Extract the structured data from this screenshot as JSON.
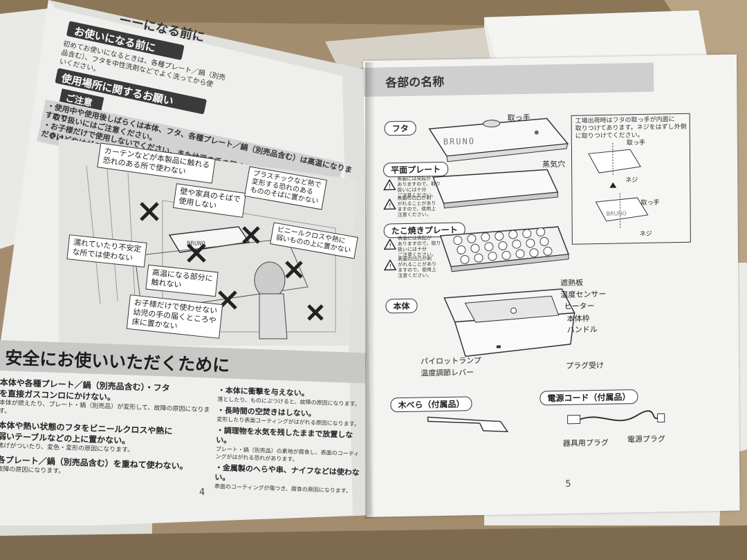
{
  "left_page": {
    "top_title_partial": "ーーになる前に",
    "section_before_use": {
      "title": "お使いになる前に",
      "lines": [
        "初めてお使いになるときは、各種プレート／鍋（別売",
        "品含む）、フタを中性洗剤などでよく洗ってから使",
        "いください。"
      ]
    },
    "section_place": {
      "title": "使用場所に関するお願い"
    },
    "caution": {
      "title": "ご注意",
      "lines": [
        "・使用中や使用後しばらくは本体、フタ、各種プレート／鍋（別売品含む）は高温になりますので",
        "　取り扱いにはご注意ください。",
        "・お子様だけで使用しないでください。また幼児の手の届くところや床などに置かないでください。",
        "　やけどやけがの恐れがあります。"
      ]
    },
    "bubbles": {
      "curtain": "カーテンなどが本製品に触れる\n恐れのある所で使わない",
      "wall": "壁や家具のそばで\n使用しない",
      "plastic": "プラスチックなど熱で\n変形する恐れのある\nもののそばに置かない",
      "wet": "濡れていたり不安定\nな所では使わない",
      "vinyl": "ビニールクロスや熱に\n弱いものの上に置かない",
      "hot": "高温になる部分に\n触れない",
      "child": "お子様だけで使わせない\n幼児の手の届くところや\n床に置かない"
    },
    "safety_title": "安全にお使いいただくために",
    "safety_col1": [
      {
        "bold": "本体や各種プレート／鍋（別売品含む）・フタ",
        "text": ""
      },
      {
        "bold": "を直接ガスコンロにかけない。",
        "text": "本体が燃えたり、プレート・鍋（別売品）が変形して、故障の原因になります。"
      },
      {
        "bold": "本体や熱い状態のフタをビニールクロスや熱に",
        "text": ""
      },
      {
        "bold": "弱いテーブルなどの上に置かない。",
        "text": "焦げがついたり、変色・変形の原因になります。"
      },
      {
        "bold": "各プレート／鍋（別売品含む）を重ねて使わない。",
        "text": "故障の原因になります。"
      }
    ],
    "safety_col2": [
      {
        "bold": "・本体に衝撃を与えない。",
        "text": "落としたり、ものにぶつけると、故障の原因になります。"
      },
      {
        "bold": "・長時間の空焚きはしない。",
        "text": "変形したり表面コーティングがはがれる原因になります。"
      },
      {
        "bold": "・調理物を水気を残したままで放置しない。",
        "text": "プレート・鍋（別売品）の素地が腐食し、表面のコーティングがはがれる恐れがあります。"
      },
      {
        "bold": "・金属製のへらや串、ナイフなどは使わない。",
        "text": "表面のコーティングが傷つき、腐食の原因になります。"
      }
    ],
    "page_number": "4"
  },
  "right_page": {
    "title": "各部の名称",
    "lid": {
      "tag": "フタ",
      "handle": "取っ手",
      "vent": "蒸気穴",
      "brand": "BRUNO"
    },
    "note_box": {
      "lines": [
        "工場出荷時はフタの取っ手が内面に",
        "取りつけてあります。ネジをはずし外側",
        "に取りつけてください。"
      ],
      "handle_a": "取っ手",
      "screw_a": "ネジ",
      "handle_b": "取っ手",
      "screw_b": "ネジ"
    },
    "flat_plate": {
      "tag": "平面プレート",
      "warn1": "表面には突起が\nありますので、取り\n扱いには十分\nご注意ください。",
      "warn2": "表面の凹凸が剥\nがれることがあり\nますので、使用上\n注意ください。"
    },
    "takoyaki_plate": {
      "tag": "たこ焼きプレート",
      "warn1": "表面には突起が\nありますので、取り\n扱いには十分\nご注意ください。",
      "warn2": "表面の凹凸が剥\nがれることがあり\nますので、使用上\n注意ください。"
    },
    "body": {
      "tag": "本体",
      "parts": [
        "遮熱板",
        "温度センサー",
        "ヒーター",
        "本体枠",
        "ハンドル"
      ],
      "pilot": "パイロットランプ",
      "lever": "温度調節レバー",
      "plug": "プラグ受け"
    },
    "spatula": {
      "tag": "木べら（付属品）"
    },
    "cord": {
      "tag": "電源コード（付属品）",
      "plug_a": "器具用プラグ",
      "plug_b": "電源プラグ"
    },
    "page_number": "5"
  }
}
